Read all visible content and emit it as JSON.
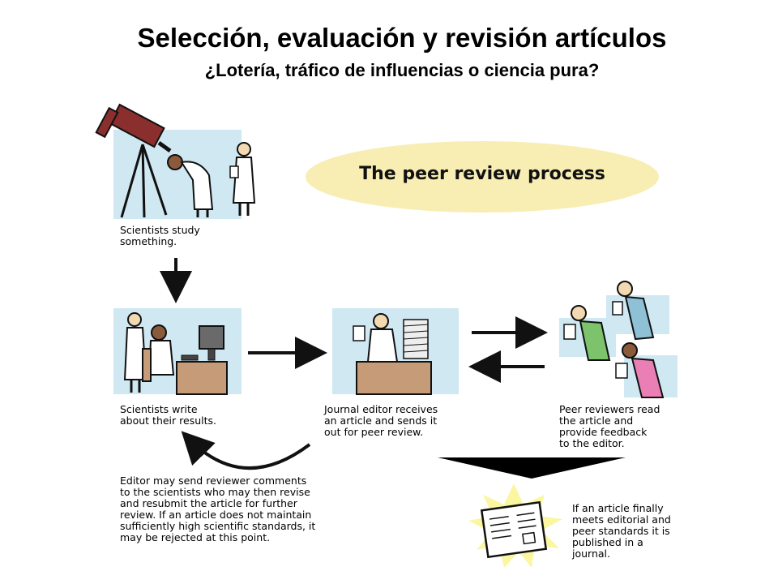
{
  "slide": {
    "title": "Selección, evaluación y revisión artículos",
    "subtitle": "¿Lotería, tráfico de influencias o ciencia pura?"
  },
  "diagram": {
    "banner": "The peer review process",
    "steps": [
      {
        "id": "study",
        "caption": "Scientists study\nsomething."
      },
      {
        "id": "write",
        "caption": "Scientists write\nabout their results."
      },
      {
        "id": "editor",
        "caption": "Journal editor receives\nan article and sends it\nout for peer review."
      },
      {
        "id": "reviewers",
        "caption": "Peer reviewers read\nthe article and\nprovide feedback\nto the editor."
      },
      {
        "id": "revise",
        "caption": "Editor may send reviewer comments\nto the scientists who may then revise\nand resubmit the article for further\nreview.  If an article does not maintain\nsufficiently high scientific standards, it\nmay be rejected at this point."
      },
      {
        "id": "publish",
        "caption": "If an article finally\nmeets editorial and\npeer standards it is\npublished in a\njournal."
      }
    ],
    "colors": {
      "panel": "#cfe8f2",
      "banner": "#f8eeb4",
      "burst": "#fbf6a0",
      "telescope": "#8b2e2e",
      "reviewer_green": "#7cc36b",
      "reviewer_blue": "#8fc1d6",
      "reviewer_pink": "#e97fb5",
      "desk": "#c69b78"
    }
  }
}
